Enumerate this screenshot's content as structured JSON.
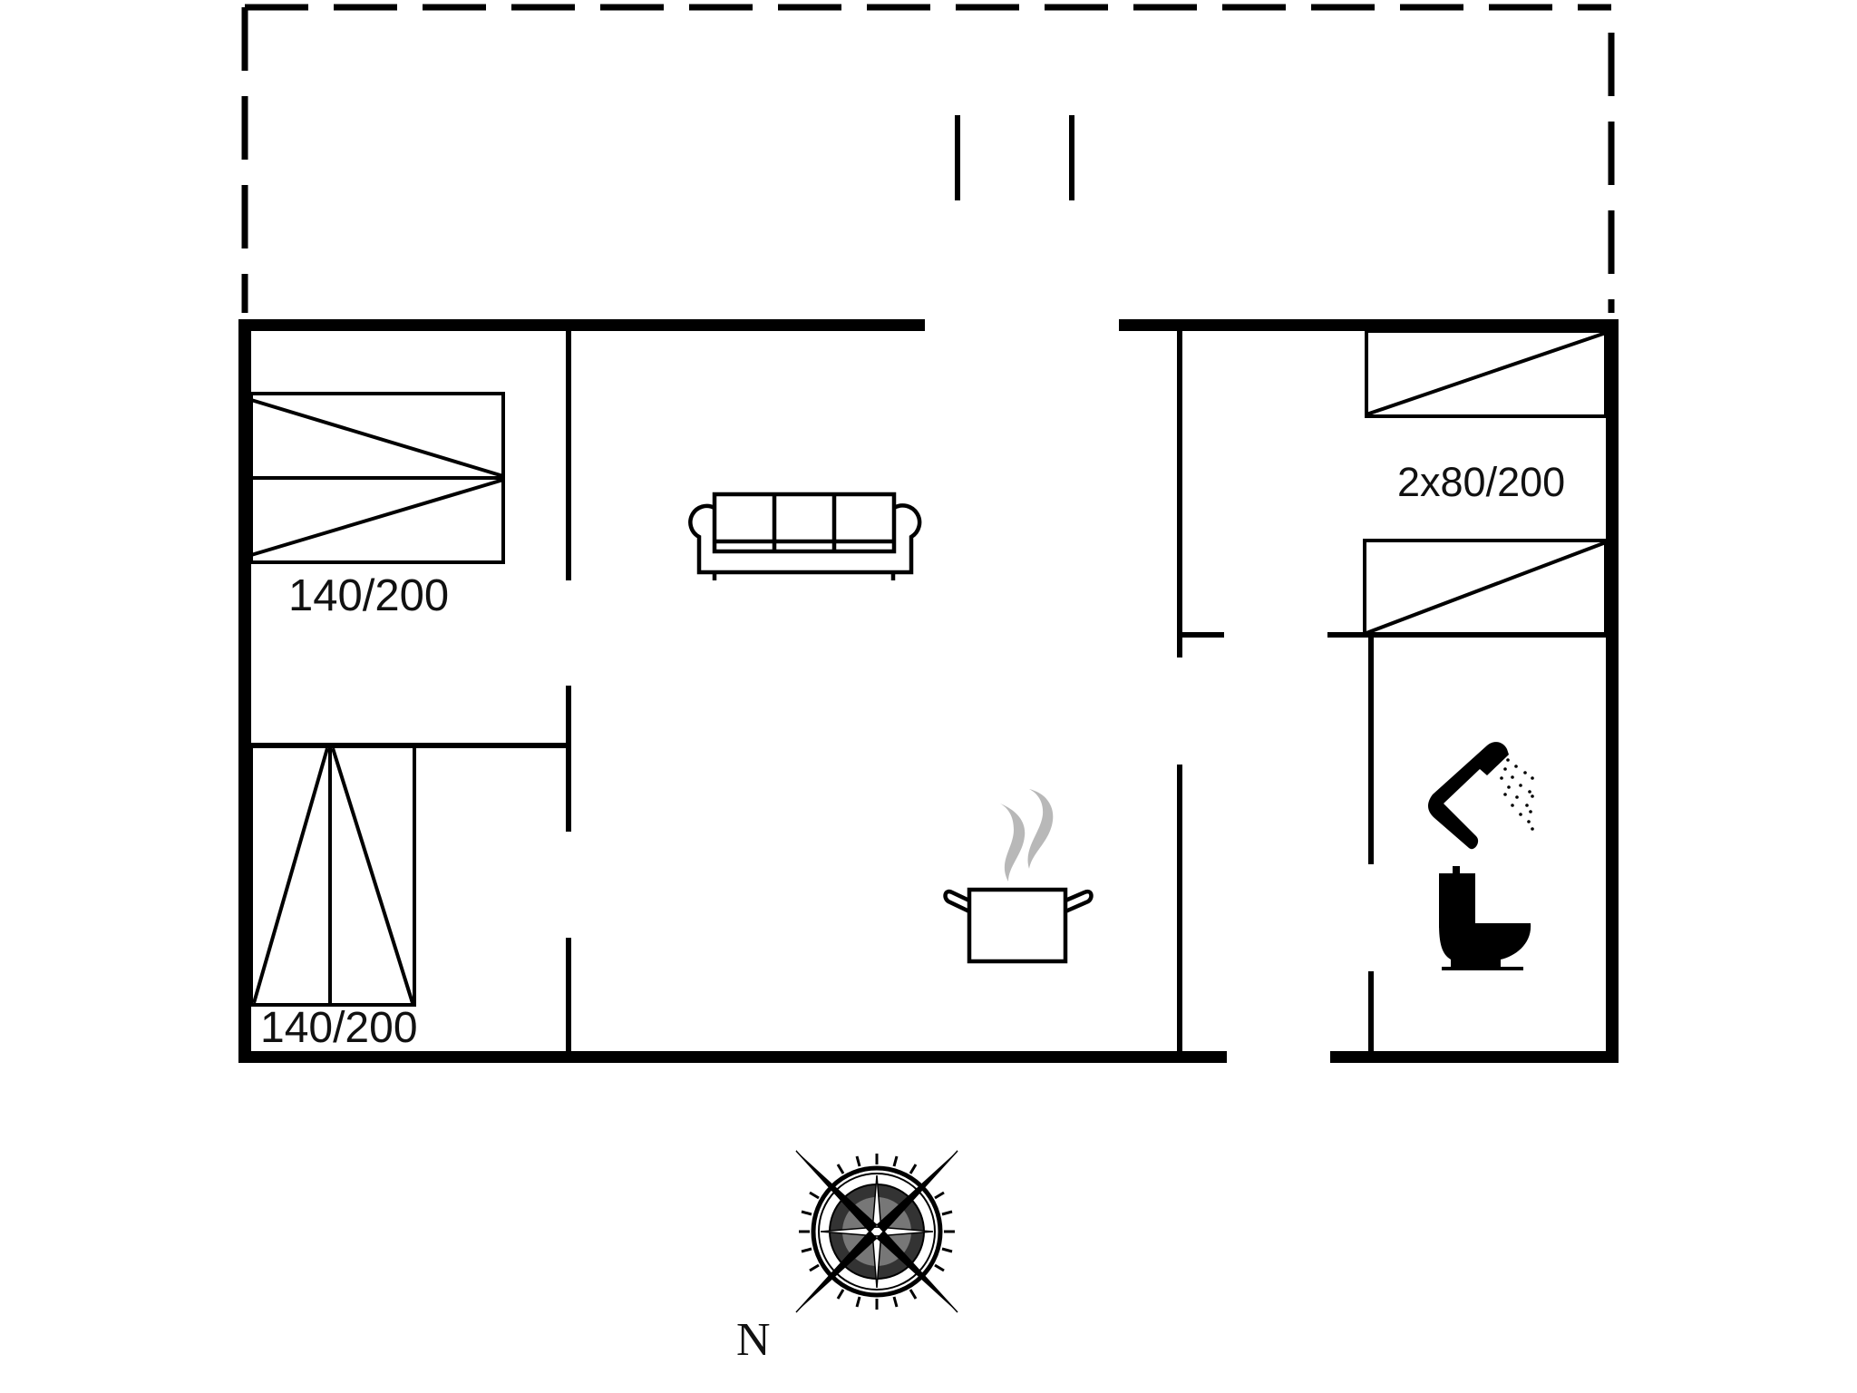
{
  "plan": {
    "type": "floor-plan",
    "rooms": {
      "bedroom_1": {
        "bed_label": "140/200"
      },
      "bedroom_2": {
        "bed_label": "140/200"
      },
      "bedroom_3": {
        "bed_label": "2x80/200"
      },
      "living_room": {
        "furniture": "sofa-icon"
      },
      "kitchen": {
        "furniture": "cooking-pot-icon"
      },
      "bathroom": {
        "fixtures": [
          "shower-icon",
          "toilet-icon"
        ]
      }
    },
    "terrace": {
      "style": "dashed-outline"
    },
    "compass": {
      "north_label": "N"
    }
  },
  "colors": {
    "wall": "#000000",
    "background": "#ffffff",
    "steam": "#b8b8b8"
  }
}
